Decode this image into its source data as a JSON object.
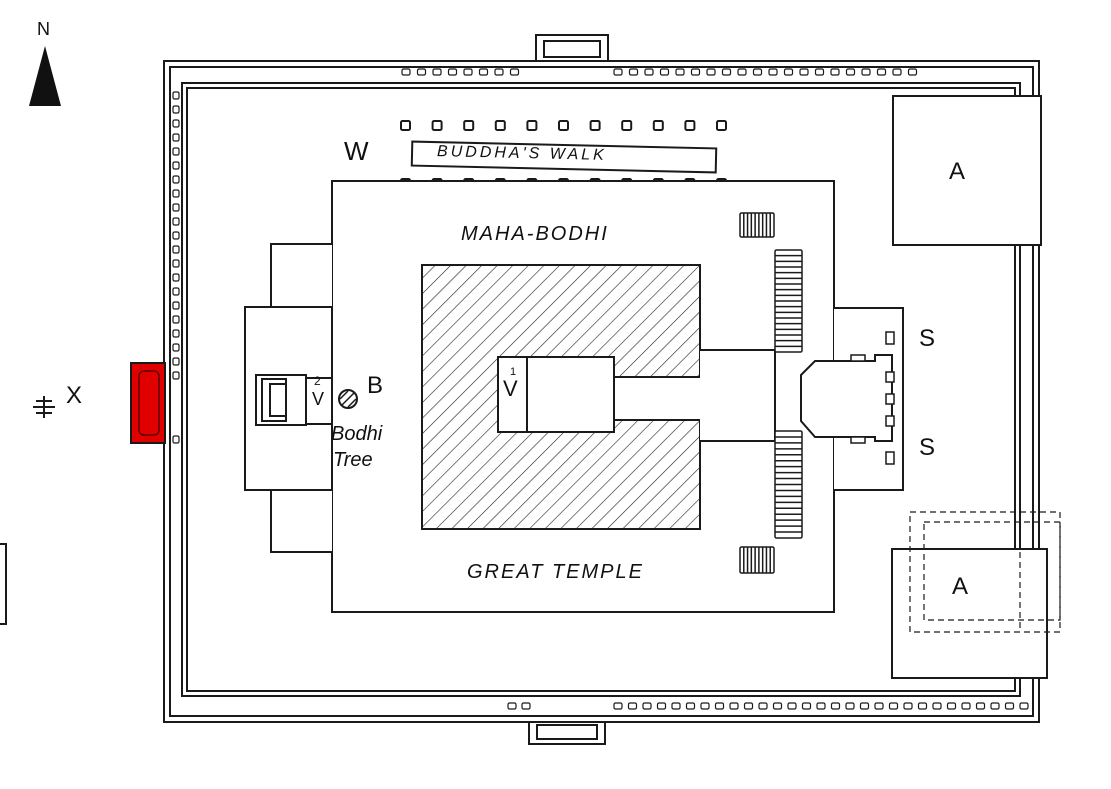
{
  "compass": {
    "letter": "N"
  },
  "labels": {
    "w": "W",
    "buddhas_walk": "BUDDHA'S WALK",
    "maha_bodhi": "MAHA-BODHI",
    "great_temple": "GREAT TEMPLE",
    "a_top": "A",
    "a_bottom": "A",
    "s_top": "S",
    "s_bottom": "S",
    "b": "B",
    "bodhi_tree_line1": "Bodhi",
    "bodhi_tree_line2": "Tree",
    "x": "X",
    "v1_num": "1",
    "v1": "V",
    "v2_num": "2",
    "v2": "V"
  },
  "colors": {
    "ink": "#1a1a1a",
    "highlight": "#e00000",
    "paper": "#ffffff"
  }
}
